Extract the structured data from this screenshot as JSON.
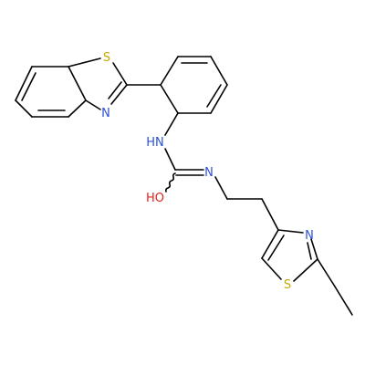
{
  "molecule": {
    "atoms": {
      "S_benzothiazole": "S",
      "N_benzothiazole": "N",
      "NH_amine": "HN",
      "N_imine": "N",
      "OH_hydroxyl": "HO",
      "N_thiazole": "N",
      "S_thiazole": "S"
    },
    "colors": {
      "bond": "#000000",
      "sulfur": "#c8a800",
      "nitrogen": "#2a50d8",
      "oxygen": "#e0241b",
      "background": "#ffffff"
    }
  }
}
